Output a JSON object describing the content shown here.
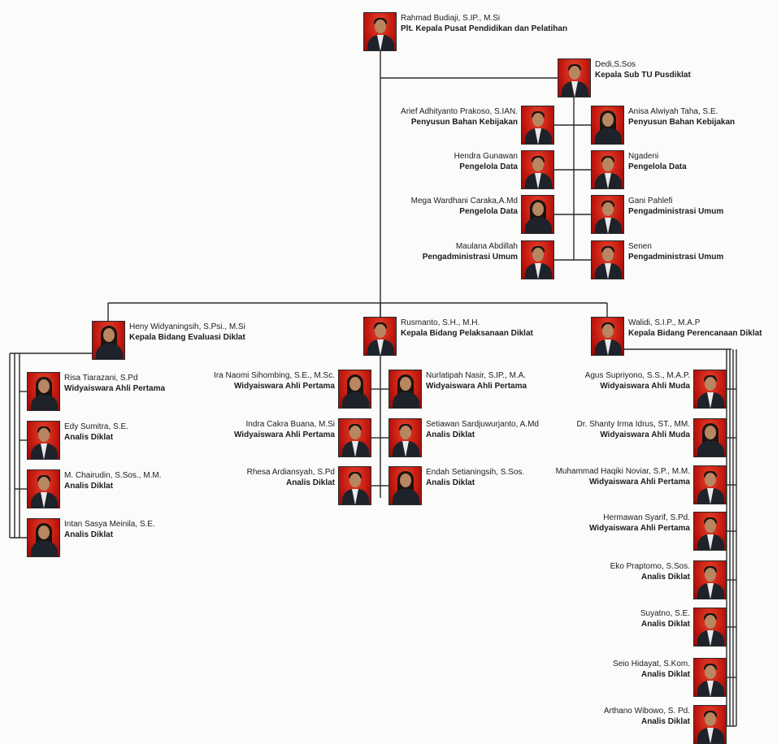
{
  "org_chart": {
    "people": [
      {
        "id": "top",
        "name": "Rahmad Budiaji, S.IP., M.Si",
        "title": "Plt. Kepala Pusat Pendidikan dan Pelatihan",
        "gender": "m",
        "icon": "person-photo-icon"
      },
      {
        "id": "tu",
        "name": "Dedi,S.Sos",
        "title": "Kepala Sub TU Pusdiklat",
        "gender": "m",
        "icon": "person-photo-icon"
      },
      {
        "id": "tu_l1",
        "name": "Arief Adhityanto Prakoso, S.IAN.",
        "title": "Penyusun Bahan Kebijakan",
        "gender": "m",
        "icon": "person-photo-icon"
      },
      {
        "id": "tu_r1",
        "name": "Anisa Alwiyah Taha, S.E.",
        "title": "Penyusun Bahan Kebijakan",
        "gender": "f",
        "icon": "person-photo-icon"
      },
      {
        "id": "tu_l2",
        "name": "Hendra Gunawan",
        "title": "Pengelola Data",
        "gender": "m",
        "icon": "person-photo-icon"
      },
      {
        "id": "tu_r2",
        "name": "Ngadeni",
        "title": "Pengelola Data",
        "gender": "m",
        "icon": "person-photo-icon"
      },
      {
        "id": "tu_l3",
        "name": "Mega Wardhani Caraka,A.Md",
        "title": "Pengelola Data",
        "gender": "f",
        "icon": "person-photo-icon"
      },
      {
        "id": "tu_r3",
        "name": "Gani Pahlefi",
        "title": "Pengadministrasi Umum",
        "gender": "m",
        "icon": "person-photo-icon"
      },
      {
        "id": "tu_l4",
        "name": "Maulana Abdillah",
        "title": "Pengadministrasi Umum",
        "gender": "m",
        "icon": "person-photo-icon"
      },
      {
        "id": "tu_r4",
        "name": "Senen",
        "title": "Pengadministrasi Umum",
        "gender": "m",
        "icon": "person-photo-icon"
      },
      {
        "id": "ev",
        "name": "Heny Widyaningsih, S.Psi., M.Si",
        "title": "Kepala Bidang Evaluasi Diklat",
        "gender": "f",
        "icon": "person-photo-icon"
      },
      {
        "id": "ev1",
        "name": "Risa Tiarazani, S.Pd",
        "title": "Widyaiswara Ahli Pertama",
        "gender": "f",
        "icon": "person-photo-icon"
      },
      {
        "id": "ev2",
        "name": "Edy Sumitra, S.E.",
        "title": "Analis Diklat",
        "gender": "m",
        "icon": "person-photo-icon"
      },
      {
        "id": "ev3",
        "name": "M. Chairudin, S.Sos., M.M.",
        "title": "Analis Diklat",
        "gender": "m",
        "icon": "person-photo-icon"
      },
      {
        "id": "ev4",
        "name": "Intan Sasya Meinila, S.E.",
        "title": "Analis Diklat",
        "gender": "f",
        "icon": "person-photo-icon"
      },
      {
        "id": "pl",
        "name": "Rusmanto, S.H., M.H.",
        "title": "Kepala Bidang Pelaksanaan Diklat",
        "gender": "m",
        "icon": "person-photo-icon"
      },
      {
        "id": "pl_l1",
        "name": "Ira Naomi Sihombing, S.E., M.Sc.",
        "title": "Widyaiswara Ahli Pertama",
        "gender": "f",
        "icon": "person-photo-icon"
      },
      {
        "id": "pl_r1",
        "name": "Nurlatipah Nasir, S.IP., M.A.",
        "title": "Widyaiswara Ahli Pertama",
        "gender": "f",
        "icon": "person-photo-icon"
      },
      {
        "id": "pl_l2",
        "name": "Indra Cakra Buana, M.Si",
        "title": "Widyaiswara Ahli Pertama",
        "gender": "m",
        "icon": "person-photo-icon"
      },
      {
        "id": "pl_r2",
        "name": "Setiawan Sardjuwurjanto, A.Md",
        "title": "Analis Diklat",
        "gender": "m",
        "icon": "person-photo-icon"
      },
      {
        "id": "pl_l3",
        "name": "Rhesa Ardiansyah, S.Pd",
        "title": "Analis Diklat",
        "gender": "m",
        "icon": "person-photo-icon"
      },
      {
        "id": "pl_r3",
        "name": "Endah Setianingsih, S.Sos.",
        "title": "Analis Diklat",
        "gender": "f",
        "icon": "person-photo-icon"
      },
      {
        "id": "pr",
        "name": "Walidi, S.I.P., M.A.P",
        "title": "Kepala Bidang Perencanaan Diklat",
        "gender": "m",
        "icon": "person-photo-icon"
      },
      {
        "id": "pr1",
        "name": "Agus Supriyono, S.S., M.A.P.",
        "title": "Widyaiswara Ahli Muda",
        "gender": "m",
        "icon": "person-photo-icon"
      },
      {
        "id": "pr2",
        "name": "Dr. Shanty Irma Idrus, ST., MM.",
        "title": "Widyaiswara Ahli Muda",
        "gender": "f",
        "icon": "person-photo-icon"
      },
      {
        "id": "pr3",
        "name": "Muhammad Haqiki Noviar, S.P., M.M.",
        "title": "Widyaiswara Ahli Pertama",
        "gender": "m",
        "icon": "person-photo-icon"
      },
      {
        "id": "pr4",
        "name": "Hermawan Syarif, S.Pd.",
        "title": "Widyaiswara Ahli Pertama",
        "gender": "m",
        "icon": "person-photo-icon"
      },
      {
        "id": "pr5",
        "name": "Eko Praptomo, S.Sos.",
        "title": "Analis Diklat",
        "gender": "m",
        "icon": "person-photo-icon"
      },
      {
        "id": "pr6",
        "name": "Suyatno, S.E.",
        "title": "Analis Diklat",
        "gender": "m",
        "icon": "person-photo-icon"
      },
      {
        "id": "pr7",
        "name": "Seio Hidayat, S.Kom.",
        "title": "Analis Diklat",
        "gender": "m",
        "icon": "person-photo-icon"
      },
      {
        "id": "pr8",
        "name": "Arthano Wibowo, S. Pd.",
        "title": "Analis Diklat",
        "gender": "m",
        "icon": "person-photo-icon"
      }
    ]
  }
}
